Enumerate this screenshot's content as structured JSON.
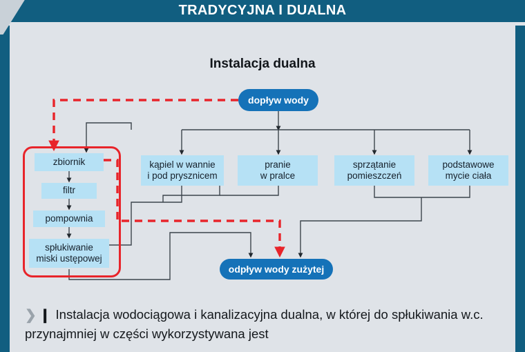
{
  "header": {
    "title": "TRADYCYJNA I DUALNA",
    "bar_color": "#115e80"
  },
  "diagram": {
    "title": "Instalacja dualna",
    "background_color": "#dfe3e8",
    "pill_color": "#1572b8",
    "box_color": "#b6e1f5",
    "highlight_color": "#e8242a",
    "wire_color": "#3c444c",
    "nodes": {
      "inflow": "dopływ wody",
      "outflow": "odpływ wody zużytej",
      "zbiornik": "zbiornik",
      "filtr": "filtr",
      "pompownia": "pompownia",
      "splukiwanie": "spłukiwanie\nmiski ustępowej",
      "splukiwanie_line1": "spłukiwanie",
      "splukiwanie_line2": "miski ustępowej",
      "kapiel_line1": "kąpiel w wannie",
      "kapiel_line2": "i pod prysznicem",
      "pranie_line1": "pranie",
      "pranie_line2": "w pralce",
      "sprzatanie_line1": "sprzątanie",
      "sprzatanie_line2": "pomieszczeń",
      "mycie_line1": "podstawowe",
      "mycie_line2": "mycie ciała"
    }
  },
  "caption": {
    "chevron": "❯",
    "tick": "❙",
    "text": "Instalacja wodociągowa i kanalizacyjna dualna, w której do spłukiwania w.c. przynajmniej w części wykorzystywana jest"
  }
}
